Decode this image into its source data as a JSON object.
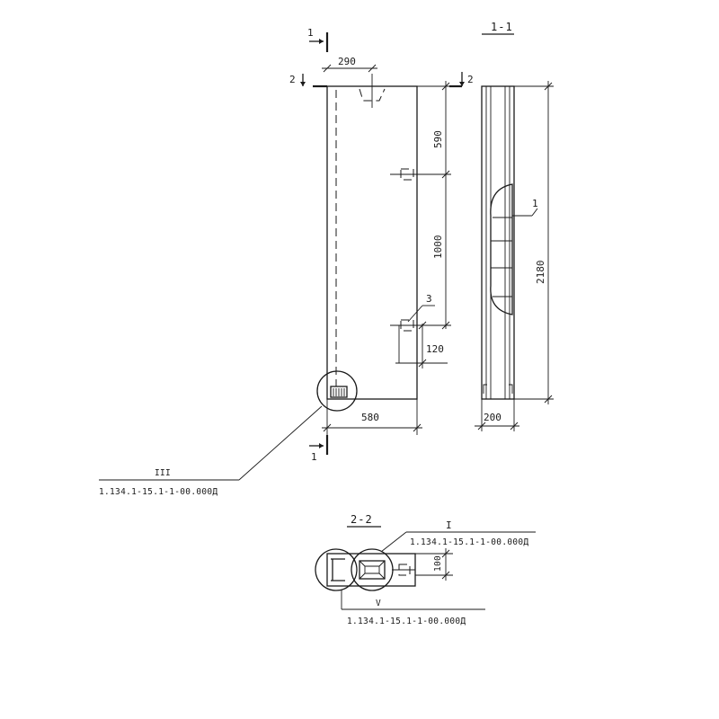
{
  "sections": {
    "section_1_1_title": "1-1",
    "section_2_2_title": "2-2",
    "cut_mark_1": "1",
    "cut_mark_2": "2"
  },
  "front_view": {
    "dim_top": "290",
    "dim_590": "590",
    "dim_1000": "1000",
    "dim_120": "120",
    "dim_bottom": "580",
    "callout_3": "3"
  },
  "side_view": {
    "dim_height": "2180",
    "dim_width": "200",
    "callout_1": "1"
  },
  "node_references": {
    "node_III": {
      "roman": "III",
      "reference": "1.134.1-15.1-1-00.000Д"
    },
    "node_I": {
      "roman": "I",
      "reference": "1.134.1-15.1-1-00.000Д"
    },
    "node_V": {
      "roman": "V",
      "reference": "1.134.1-15.1-1-00.000Д"
    }
  },
  "section_2_2": {
    "dim_100": "100"
  }
}
